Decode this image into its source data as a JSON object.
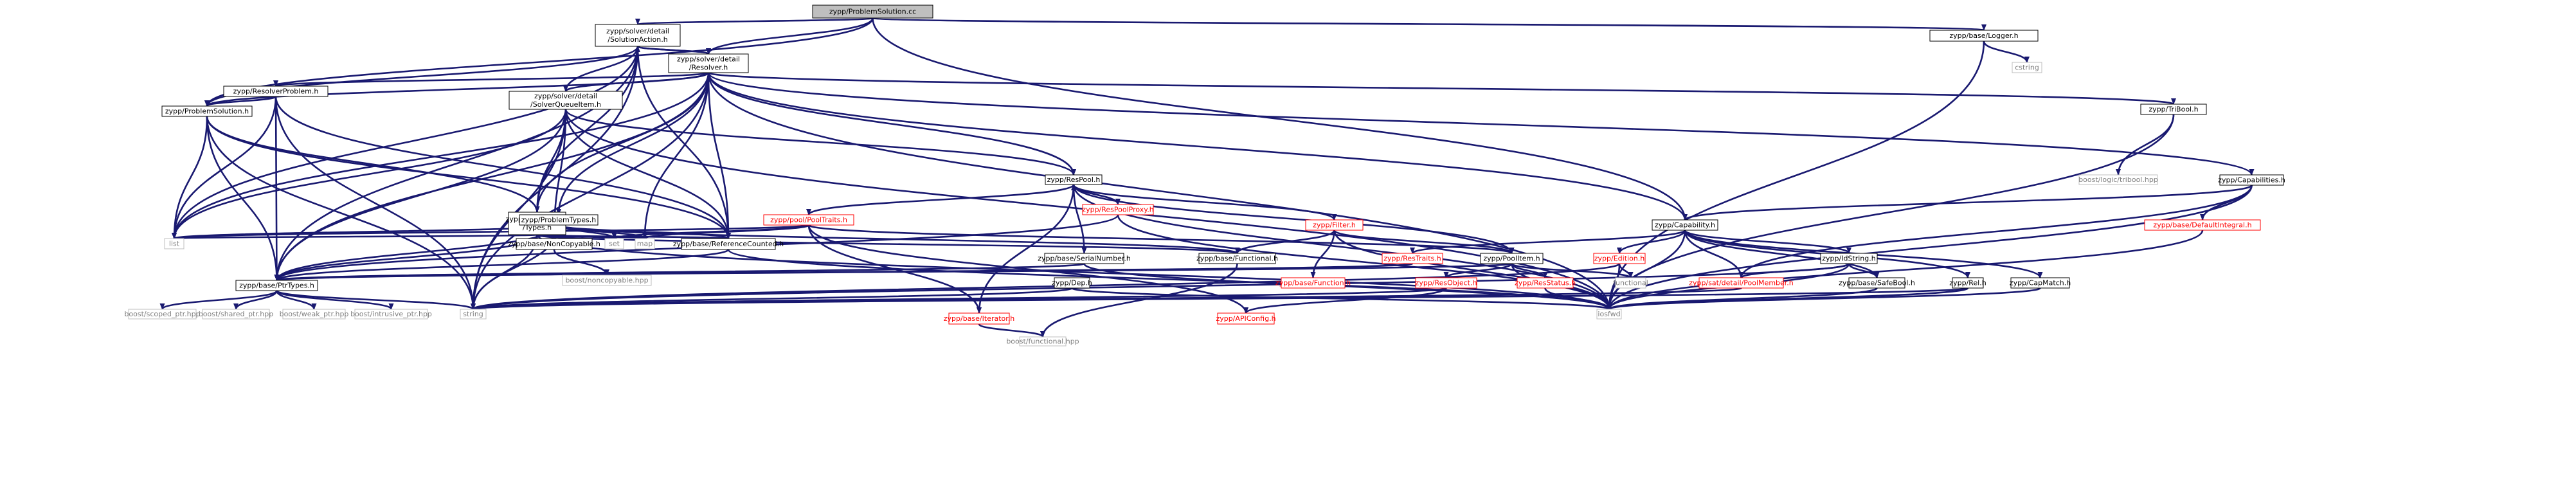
{
  "colors": {
    "edge": "#191970",
    "box_border": "#000000",
    "box_fill": "#ffffff",
    "missing_border": "#bfbfbf",
    "missing_text": "#7f7f7f",
    "red_border": "#ff0000",
    "red_text": "#ff0000",
    "root_fill": "#bfbfbf"
  },
  "nodes": [
    {
      "id": "ps_cc",
      "lines": [
        "zypp/ProblemSolution.cc"
      ],
      "style": "root"
    },
    {
      "id": "sa_h",
      "lines": [
        "zypp/solver/detail",
        "/SolutionAction.h"
      ],
      "style": "normal"
    },
    {
      "id": "logger_h",
      "lines": [
        "zypp/base/Logger.h"
      ],
      "style": "normal"
    },
    {
      "id": "resolver_h",
      "lines": [
        "zypp/solver/detail",
        "/Resolver.h"
      ],
      "style": "normal"
    },
    {
      "id": "cstring",
      "lines": [
        "cstring"
      ],
      "style": "missing"
    },
    {
      "id": "resprob_h",
      "lines": [
        "zypp/ResolverProblem.h"
      ],
      "style": "normal"
    },
    {
      "id": "sqi_h",
      "lines": [
        "zypp/solver/detail",
        "/SolverQueueItem.h"
      ],
      "style": "normal"
    },
    {
      "id": "tribool_h",
      "lines": [
        "zypp/TriBool.h"
      ],
      "style": "normal"
    },
    {
      "id": "psol_h",
      "lines": [
        "zypp/ProblemSolution.h"
      ],
      "style": "normal"
    },
    {
      "id": "respool_h",
      "lines": [
        "zypp/ResPool.h"
      ],
      "style": "normal"
    },
    {
      "id": "caps_h",
      "lines": [
        "zypp/Capabilities.h"
      ],
      "style": "normal"
    },
    {
      "id": "boost_tribool",
      "lines": [
        "boost/logic/tribool.hpp"
      ],
      "style": "missing"
    },
    {
      "id": "respoolproxy_h",
      "lines": [
        "zypp/ResPoolProxy.h"
      ],
      "style": "red"
    },
    {
      "id": "types_h",
      "lines": [
        "zypp/solver/detail",
        "/Types.h"
      ],
      "style": "normal"
    },
    {
      "id": "probtypes_h",
      "lines": [
        "zypp/ProblemTypes.h"
      ],
      "style": "normal"
    },
    {
      "id": "pooltraits_h",
      "lines": [
        "zypp/pool/PoolTraits.h"
      ],
      "style": "red"
    },
    {
      "id": "filter_h",
      "lines": [
        "zypp/Filter.h"
      ],
      "style": "red"
    },
    {
      "id": "capability_h",
      "lines": [
        "zypp/Capability.h"
      ],
      "style": "normal"
    },
    {
      "id": "defint_h",
      "lines": [
        "zypp/base/DefaultIntegral.h"
      ],
      "style": "red"
    },
    {
      "id": "list",
      "lines": [
        "list"
      ],
      "style": "missing"
    },
    {
      "id": "noncopy_h",
      "lines": [
        "zypp/base/NonCopyable.h"
      ],
      "style": "normal"
    },
    {
      "id": "set",
      "lines": [
        "set"
      ],
      "style": "missing"
    },
    {
      "id": "map",
      "lines": [
        "map"
      ],
      "style": "missing"
    },
    {
      "id": "refcnt_h",
      "lines": [
        "zypp/base/ReferenceCounted.h"
      ],
      "style": "normal"
    },
    {
      "id": "serial_h",
      "lines": [
        "zypp/base/SerialNumber.h"
      ],
      "style": "normal"
    },
    {
      "id": "functional_h",
      "lines": [
        "zypp/base/Functional.h"
      ],
      "style": "normal"
    },
    {
      "id": "restraits_h",
      "lines": [
        "zypp/ResTraits.h"
      ],
      "style": "red"
    },
    {
      "id": "poolitem_h",
      "lines": [
        "zypp/PoolItem.h"
      ],
      "style": "normal"
    },
    {
      "id": "edition_h",
      "lines": [
        "zypp/Edition.h"
      ],
      "style": "red"
    },
    {
      "id": "idstring_h",
      "lines": [
        "zypp/IdString.h"
      ],
      "style": "normal"
    },
    {
      "id": "boost_noncopy",
      "lines": [
        "boost/noncopyable.hpp"
      ],
      "style": "missing"
    },
    {
      "id": "ptrtypes_h",
      "lines": [
        "zypp/base/PtrTypes.h"
      ],
      "style": "normal"
    },
    {
      "id": "function_h",
      "lines": [
        "zypp/base/Function.h"
      ],
      "style": "red"
    },
    {
      "id": "resobject_h",
      "lines": [
        "zypp/ResObject.h"
      ],
      "style": "red"
    },
    {
      "id": "resstatus_h",
      "lines": [
        "zypp/ResStatus.h"
      ],
      "style": "red"
    },
    {
      "id": "functional",
      "lines": [
        "functional"
      ],
      "style": "missing"
    },
    {
      "id": "poolmember_h",
      "lines": [
        "zypp/sat/detail/PoolMember.h"
      ],
      "style": "red"
    },
    {
      "id": "safebool_h",
      "lines": [
        "zypp/base/SafeBool.h"
      ],
      "style": "normal"
    },
    {
      "id": "rel_h",
      "lines": [
        "zypp/Rel.h"
      ],
      "style": "normal"
    },
    {
      "id": "capmatch_h",
      "lines": [
        "zypp/CapMatch.h"
      ],
      "style": "normal"
    },
    {
      "id": "dep_h",
      "lines": [
        "zypp/Dep.h"
      ],
      "style": "normal"
    },
    {
      "id": "boost_scoped",
      "lines": [
        "boost/scoped_ptr.hpp"
      ],
      "style": "missing"
    },
    {
      "id": "boost_shared",
      "lines": [
        "boost/shared_ptr.hpp"
      ],
      "style": "missing"
    },
    {
      "id": "boost_weak",
      "lines": [
        "boost/weak_ptr.hpp"
      ],
      "style": "missing"
    },
    {
      "id": "boost_intrusive",
      "lines": [
        "boost/intrusive_ptr.hpp"
      ],
      "style": "missing"
    },
    {
      "id": "string",
      "lines": [
        "string"
      ],
      "style": "missing"
    },
    {
      "id": "iosfwd",
      "lines": [
        "iosfwd"
      ],
      "style": "missing"
    },
    {
      "id": "iterator_h",
      "lines": [
        "zypp/base/Iterator.h"
      ],
      "style": "red"
    },
    {
      "id": "apiconfig_h",
      "lines": [
        "zypp/APIConfig.h"
      ],
      "style": "red"
    },
    {
      "id": "boost_functional",
      "lines": [
        "boost/functional.hpp"
      ],
      "style": "missing"
    }
  ]
}
